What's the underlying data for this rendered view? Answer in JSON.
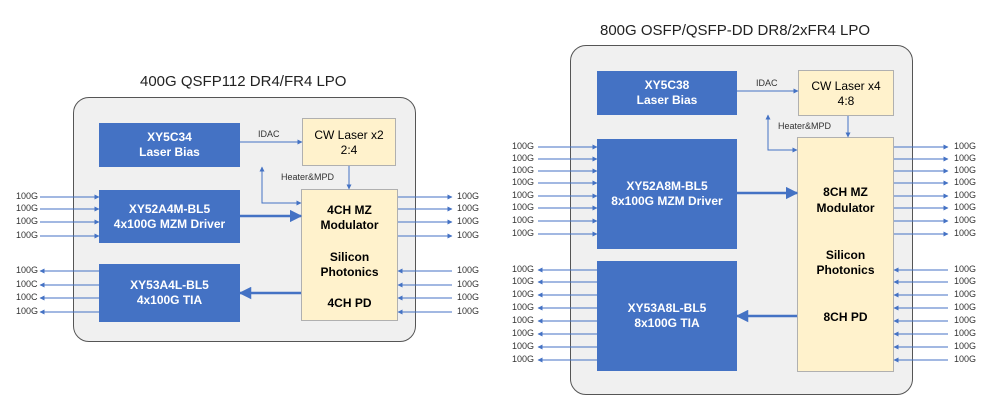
{
  "colors": {
    "block": "#4472c4",
    "photonics": "#fff2cc",
    "module_bg": "#f0f0f0",
    "line": "#4472c4"
  },
  "left": {
    "title": "400G QSFP112 DR4/FR4 LPO",
    "bias": {
      "name": "XY5C34",
      "sub": "Laser Bias"
    },
    "driver": {
      "name": "XY52A4M-BL5",
      "sub": "4x100G MZM Driver"
    },
    "tia": {
      "name": "XY53A4L-BL5",
      "sub": "4x100G TIA"
    },
    "laser": {
      "name": "CW Laser x2",
      "sub": "2:4"
    },
    "idac": "IDAC",
    "heater": "Heater&MPD",
    "sp": {
      "mod1": "4CH MZ",
      "mod2": "Modulator",
      "sil1": "Silicon",
      "sil2": "Photonics",
      "pd": "4CH PD"
    },
    "in_labels": [
      "100G",
      "100G",
      "100G",
      "100G"
    ],
    "out_labels": [
      "100G",
      "100G",
      "100G",
      "100G"
    ],
    "rx_in_labels": [
      "100G",
      "100G",
      "100G",
      "100G"
    ],
    "rx_out_labels": [
      "100G",
      "100C",
      "100C",
      "100G"
    ]
  },
  "right": {
    "title": "800G OSFP/QSFP-DD DR8/2xFR4 LPO",
    "bias": {
      "name": "XY5C38",
      "sub": "Laser Bias"
    },
    "driver": {
      "name": "XY52A8M-BL5",
      "sub": "8x100G MZM Driver"
    },
    "tia": {
      "name": "XY53A8L-BL5",
      "sub": "8x100G TIA"
    },
    "laser": {
      "name": "CW Laser x4",
      "sub": "4:8"
    },
    "idac": "IDAC",
    "heater": "Heater&MPD",
    "sp": {
      "mod1": "8CH MZ",
      "mod2": "Modulator",
      "sil1": "Silicon",
      "sil2": "Photonics",
      "pd": "8CH PD"
    },
    "in_labels": [
      "100G",
      "100G",
      "100G",
      "100G",
      "100G",
      "100G",
      "100G",
      "100G"
    ],
    "out_labels": [
      "100G",
      "100G",
      "100G",
      "100G",
      "100G",
      "100G",
      "100G",
      "100G"
    ],
    "rx_in_labels": [
      "100G",
      "100G",
      "100G",
      "100G",
      "100G",
      "100G",
      "100G",
      "100G"
    ],
    "rx_out_labels": [
      "100G",
      "100G",
      "100G",
      "100G",
      "100G",
      "100G",
      "100G",
      "100G"
    ]
  }
}
